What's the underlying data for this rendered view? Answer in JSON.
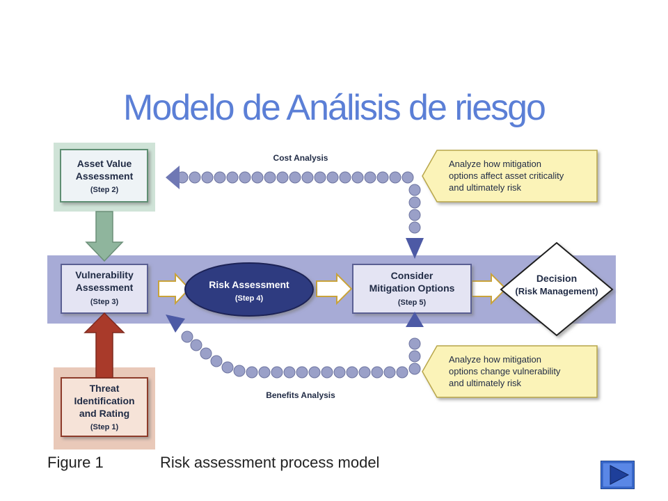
{
  "slide": {
    "title": "Modelo de Análisis de riesgo"
  },
  "diagram": {
    "asset": {
      "line1": "Asset Value",
      "line2": "Assessment",
      "step": "(Step 2)"
    },
    "vulnerability": {
      "line1": "Vulnerability",
      "line2": "Assessment",
      "step": "(Step 3)"
    },
    "risk": {
      "line1": "Risk Assessment",
      "step": "(Step 4)"
    },
    "mitigation": {
      "line1": "Consider",
      "line2": "Mitigation Options",
      "step": "(Step 5)"
    },
    "decision": {
      "line1": "Decision",
      "line2": "(Risk Management)"
    },
    "threat": {
      "line1": "Threat",
      "line2": "Identification",
      "line3": "and Rating",
      "step": "(Step 1)"
    },
    "cost_label": "Cost Analysis",
    "benefits_label": "Benefits Analysis",
    "callout_top": {
      "line1": "Analyze how mitigation",
      "line2": "options affect asset criticality",
      "line3": "and ultimately risk"
    },
    "callout_bottom": {
      "line1": "Analyze how mitigation",
      "line2": "options change vulnerability",
      "line3": "and ultimately risk"
    },
    "caption_figure": "Figure 1",
    "caption_text": "Risk assessment process model"
  },
  "nav": {
    "icon": "play-next-icon",
    "color": "#3b6fd8"
  }
}
